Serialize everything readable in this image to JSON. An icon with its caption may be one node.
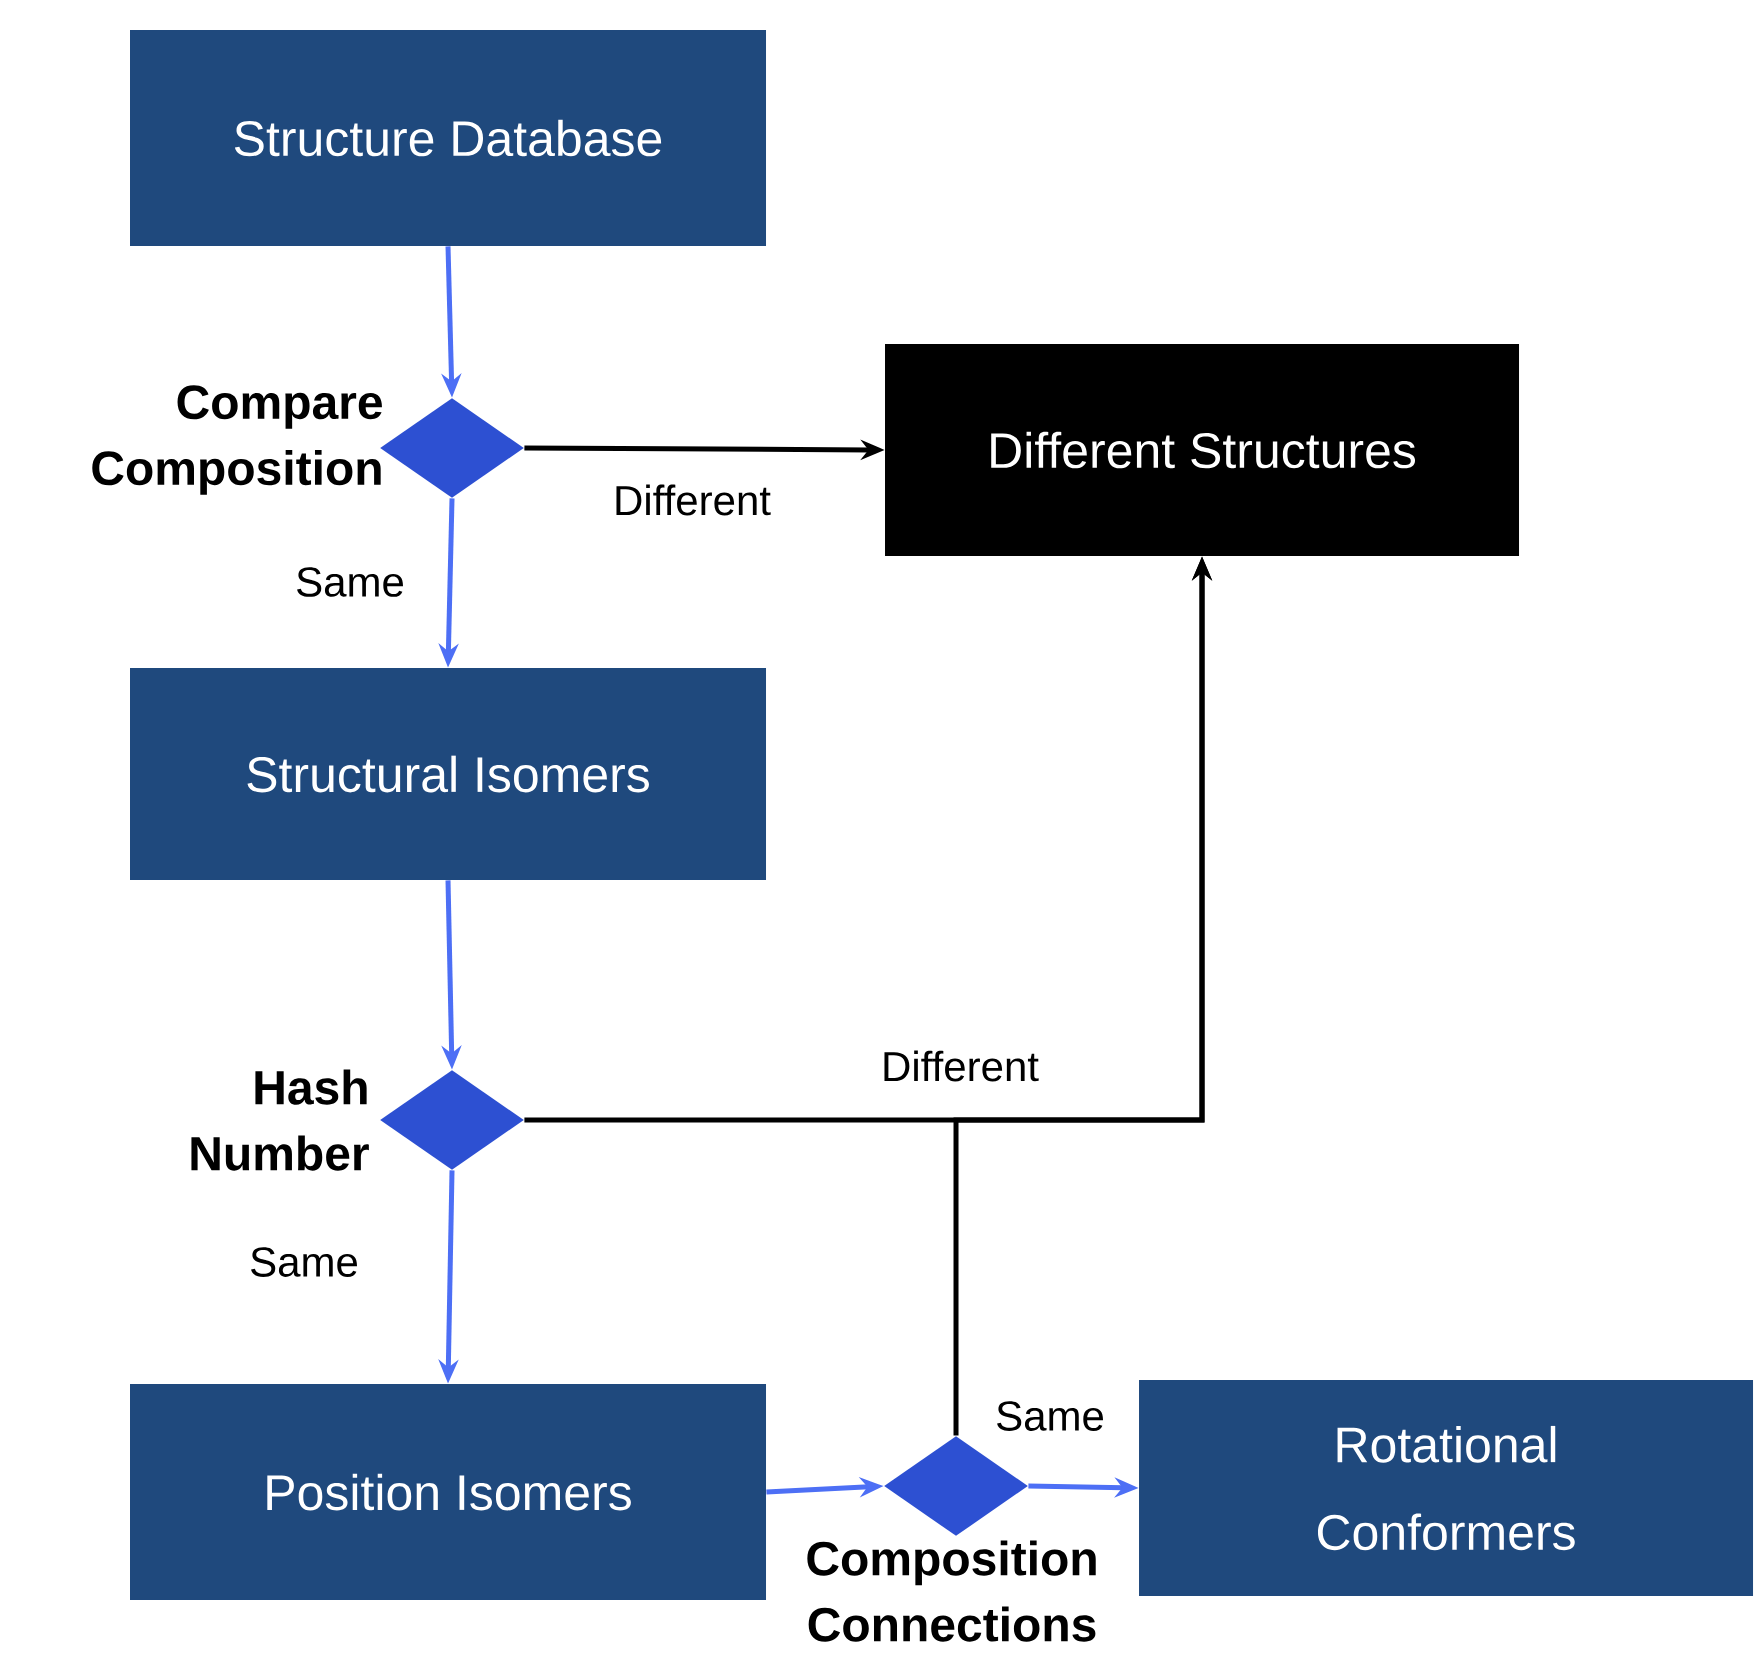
{
  "diagram": {
    "nodes": [
      {
        "text": [
          "Structure Database"
        ]
      },
      {
        "text": [
          "Compare Composition"
        ]
      },
      {
        "text": [
          "Different Structures"
        ]
      },
      {
        "text": [
          "Structural Isomers"
        ]
      },
      {
        "text": [
          "Hash Number"
        ]
      },
      {
        "text": [
          "Position Isomers"
        ]
      },
      {
        "text": [
          "Composition Connections"
        ]
      },
      {
        "text": [
          "Rotational Conformers"
        ]
      }
    ],
    "edges": [
      {
        "from": 0,
        "to": 1,
        "arrow": "to"
      },
      {
        "from": 1,
        "to": 2,
        "arrow": "to",
        "label": "Different",
        "color": "#000000"
      },
      {
        "from": 1,
        "to": 3,
        "arrow": "to",
        "label": "Same"
      },
      {
        "from": 3,
        "to": 4,
        "arrow": "to"
      },
      {
        "from": 4,
        "to": 2,
        "arrow": "to",
        "label": "Different",
        "color": "#000000"
      },
      {
        "from": 4,
        "to": 5,
        "arrow": "to",
        "label": "Same"
      },
      {
        "from": 5,
        "to": 6,
        "arrow": "to"
      },
      {
        "from": 6,
        "to": 7,
        "arrow": "to",
        "label": "Same"
      },
      {
        "from": 6,
        "to": 2,
        "arrow": "to",
        "color": "#000000"
      }
    ]
  }
}
